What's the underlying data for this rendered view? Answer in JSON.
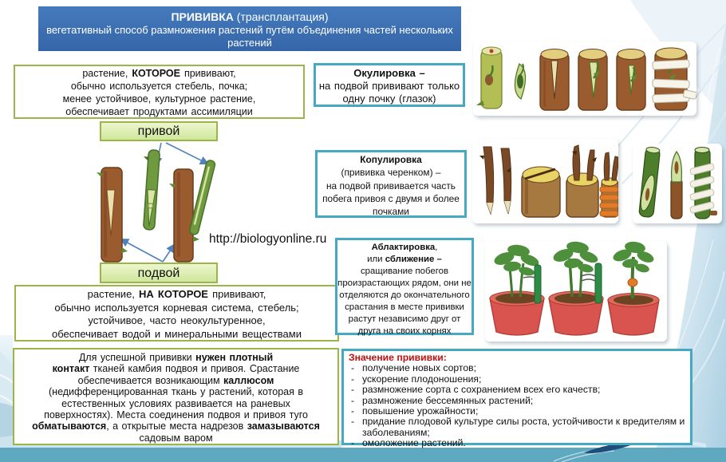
{
  "header": {
    "title_bold": "ПРИВИВКА",
    "title_tail": " (трансплантация)",
    "subtitle_line1": "вегетативный способ размножения растений путём объединения частей нескольких",
    "subtitle_line2": "растений"
  },
  "url": "http://biologyonline.ru",
  "scion": {
    "label": "привой",
    "l1a": "растение, ",
    "l1b": "КОТОРОЕ",
    "l1c": " прививают,",
    "l2": "обычно используется стебель, почка;",
    "l3": "менее устойчивое, культурное растение,",
    "l4": "обеспечивает продуктами ассимиляции"
  },
  "rootstock": {
    "label": "подвой",
    "l1a": "растение, ",
    "l1b": "НА КОТОРОЕ",
    "l1c": " прививают,",
    "l2": "обычно используется корневая система, стебель;",
    "l3": "устойчивое, часто неокультуренное,",
    "l4": "обеспечивает водой и минеральными веществами"
  },
  "callus": {
    "l1a": "Для успешной прививки ",
    "l1b": "нужен плотный",
    "l2a": "контакт",
    "l2b": " тканей камбия подвоя и привоя. Срастание",
    "l3a": "обеспечивается возникающим ",
    "l3b": "каллюсом",
    "l4": "(недифференцированная ткань у растений, которая в",
    "l5": "естественных условиях развивается на раневых",
    "l6": "поверхностях). Места соединения подвоя и привоя туго",
    "l7a": "обматываются",
    "l7b": ", а открытые места надрезов ",
    "l7c": "замазываются",
    "l8": "садовым варом"
  },
  "okulirovka": {
    "title": "Окулировка –",
    "l1": "на подвой прививают только",
    "l2": "одну почку (глазок)"
  },
  "kopulirovka": {
    "title": "Копулировка",
    "l1": "(прививка черенком) –",
    "l2": "на подвой прививается часть",
    "l3": "побега привоя с двумя и более",
    "l4": "почками"
  },
  "ablaktirovka": {
    "title": "Аблактировка",
    "t1": ",",
    "l2a": "или ",
    "l2b": "сближение –",
    "l3": "сращивание побегов",
    "l4": "произрастающих рядом, они не",
    "l5": "отделяются до окончательного",
    "l6": "срастания в месте прививки",
    "l7": "растут независимо друг от",
    "l8": "друга на своих корнях"
  },
  "significance": {
    "title": "Значение прививки:",
    "dash": "-",
    "items": [
      "получение новых сортов;",
      "ускорение плодоношения;",
      "размножение сорта с сохранением всех его качеств;",
      "размножение бессемянных растений;",
      "повышение урожайности;",
      "придание плодовой культуре силы роста, устойчивости к вредителям и заболеваниям;",
      "омоложение растений."
    ]
  },
  "colors": {
    "header_blue": "#3d74b6",
    "green_border": "#9ab648",
    "teal_border": "#45a9c2",
    "accent_red": "#c01010",
    "bottom_band": "#5fa9c0",
    "arrow_blue": "#4f81bd"
  }
}
